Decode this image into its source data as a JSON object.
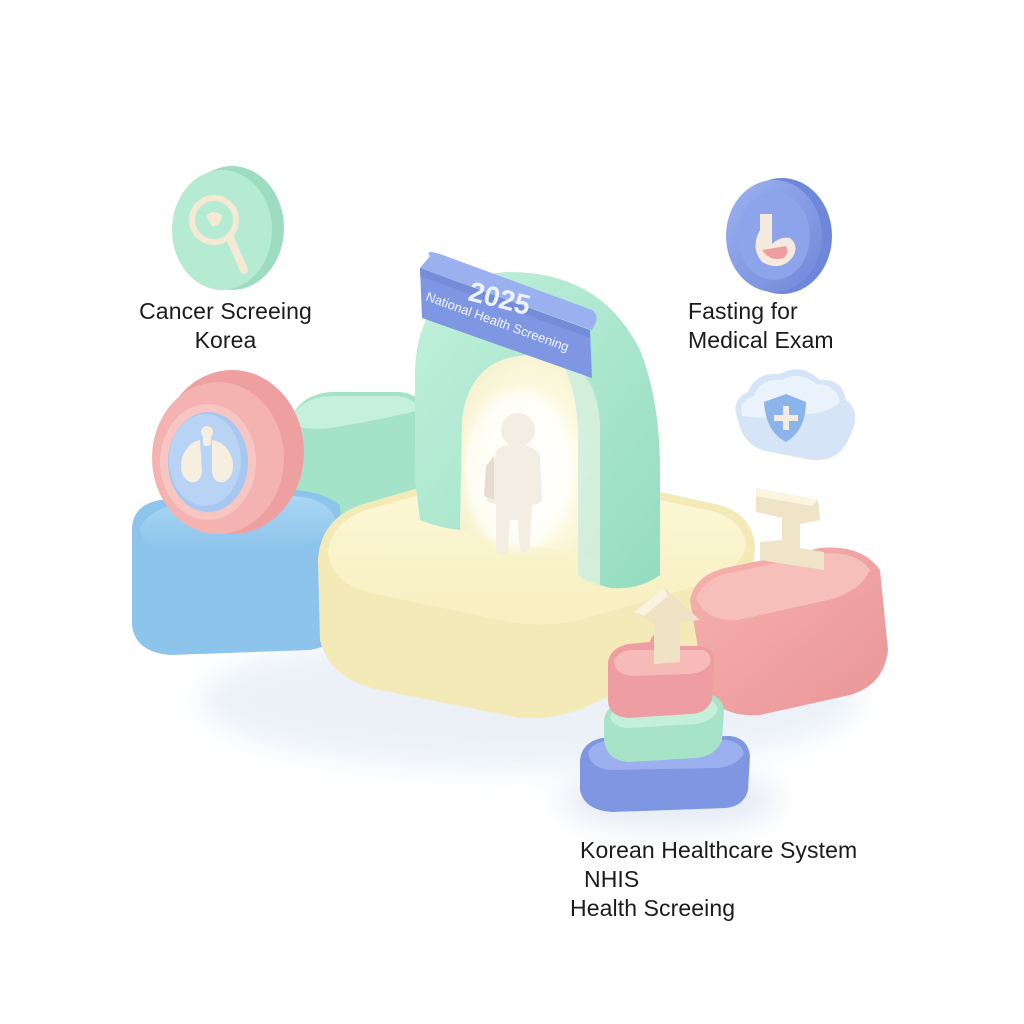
{
  "banner": {
    "year": "2025",
    "subtitle": "National Health Screening"
  },
  "captions": {
    "cancer": {
      "line1": "Cancer Screeing",
      "line2": "Korea"
    },
    "fasting": {
      "line1": "Fasting for",
      "line2": "Medical Exam"
    },
    "system": {
      "line1": "Korean Healthcare System",
      "line2": "NHIS",
      "line3": "Health Screeing"
    }
  },
  "icons": [
    "magnifier-icon",
    "stomach-icon",
    "lungs-icon",
    "shield-cloud-icon",
    "person-figure-icon",
    "up-arrow-icon",
    "i-beam-icon"
  ],
  "colors": {
    "mint": "#a8e6cf",
    "blue": "#8fc7ec",
    "butter": "#fbf4c6",
    "coral": "#f2a6a6",
    "periwinkle": "#7f97e3",
    "cream": "#f6edd6"
  }
}
